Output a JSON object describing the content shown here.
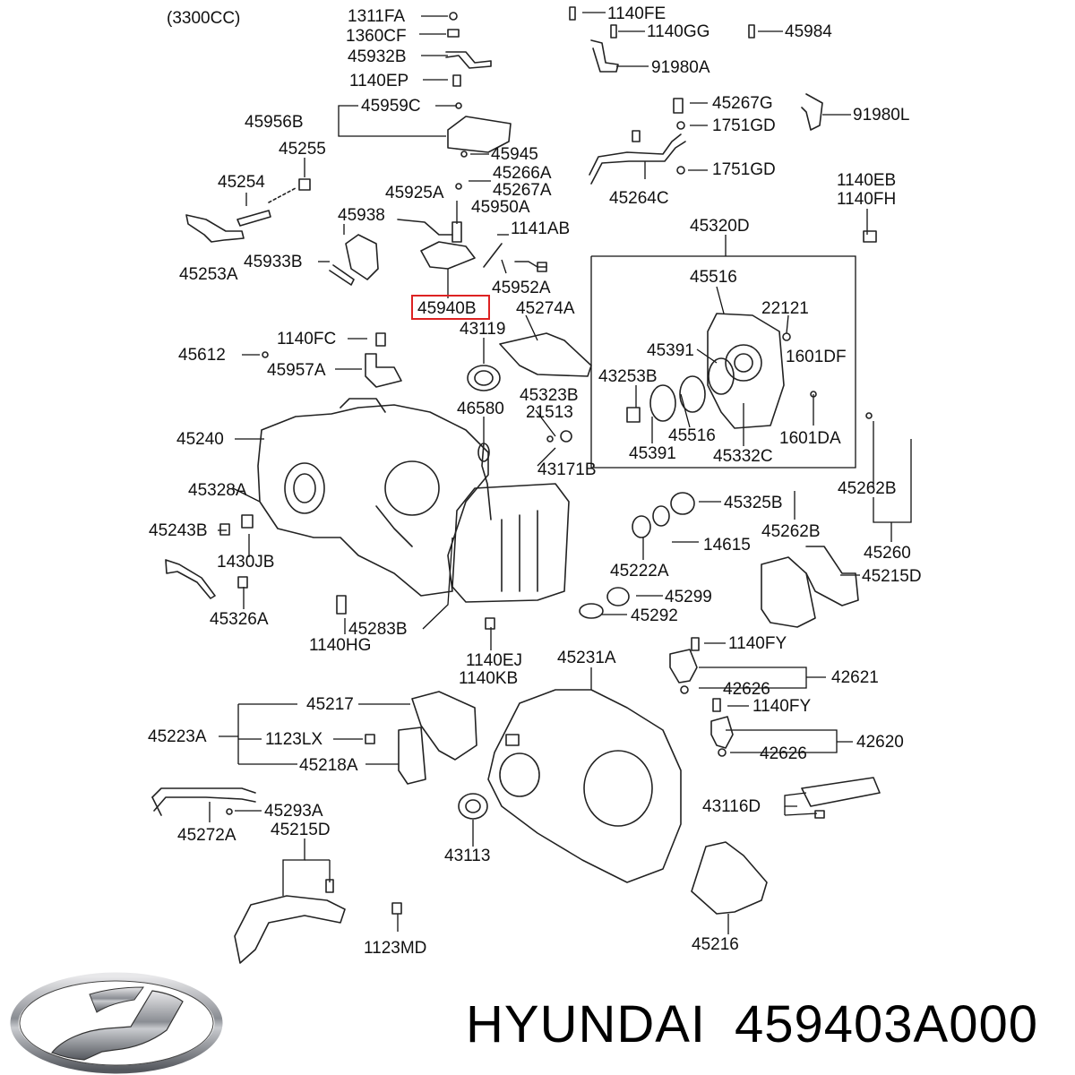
{
  "engine_note": "(3300CC)",
  "brand": {
    "name": "HYUNDAI",
    "part_number": "459403A000",
    "logo": "hyundai-logo-icon"
  },
  "highlight_color": "#dd2222",
  "parts": [
    {
      "id": "p1311FA",
      "label": "1311FA"
    },
    {
      "id": "p1360CF",
      "label": "1360CF"
    },
    {
      "id": "p45932B",
      "label": "45932B"
    },
    {
      "id": "p1140EP",
      "label": "1140EP"
    },
    {
      "id": "p1140FE",
      "label": "1140FE"
    },
    {
      "id": "p1140GG",
      "label": "1140GG"
    },
    {
      "id": "p45984",
      "label": "45984"
    },
    {
      "id": "p91980A",
      "label": "91980A"
    },
    {
      "id": "p45959C",
      "label": "45959C"
    },
    {
      "id": "p45956B",
      "label": "45956B"
    },
    {
      "id": "p45945",
      "label": "45945"
    },
    {
      "id": "p45255",
      "label": "45255"
    },
    {
      "id": "p45267G",
      "label": "45267G"
    },
    {
      "id": "p1751GD_a",
      "label": "1751GD"
    },
    {
      "id": "p91980L",
      "label": "91980L"
    },
    {
      "id": "p1751GD_b",
      "label": "1751GD"
    },
    {
      "id": "p45264C",
      "label": "45264C"
    },
    {
      "id": "p45254",
      "label": "45254"
    },
    {
      "id": "p45266A",
      "label": "45266A"
    },
    {
      "id": "p45267A",
      "label": "45267A"
    },
    {
      "id": "p45925A",
      "label": "45925A"
    },
    {
      "id": "p45950A",
      "label": "45950A"
    },
    {
      "id": "p1140EB",
      "label": "1140EB"
    },
    {
      "id": "p1140FH",
      "label": "1140FH"
    },
    {
      "id": "p45938",
      "label": "45938"
    },
    {
      "id": "p1141AB",
      "label": "1141AB"
    },
    {
      "id": "p45320D",
      "label": "45320D"
    },
    {
      "id": "p45933B",
      "label": "45933B"
    },
    {
      "id": "p45253A",
      "label": "45253A"
    },
    {
      "id": "p45952A",
      "label": "45952A"
    },
    {
      "id": "p45516_a",
      "label": "45516"
    },
    {
      "id": "p45940B",
      "label": "45940B"
    },
    {
      "id": "p45274A",
      "label": "45274A"
    },
    {
      "id": "p22121",
      "label": "22121"
    },
    {
      "id": "p43119",
      "label": "43119"
    },
    {
      "id": "p1140FC",
      "label": "1140FC"
    },
    {
      "id": "p45391_a",
      "label": "45391"
    },
    {
      "id": "p1601DF",
      "label": "1601DF"
    },
    {
      "id": "p45612",
      "label": "45612"
    },
    {
      "id": "p45957A",
      "label": "45957A"
    },
    {
      "id": "p43253B",
      "label": "43253B"
    },
    {
      "id": "p45323B",
      "label": "45323B"
    },
    {
      "id": "p21513",
      "label": "21513"
    },
    {
      "id": "p46580",
      "label": "46580"
    },
    {
      "id": "p45516_b",
      "label": "45516"
    },
    {
      "id": "p45240",
      "label": "45240"
    },
    {
      "id": "p1601DA",
      "label": "1601DA"
    },
    {
      "id": "p45391_b",
      "label": "45391"
    },
    {
      "id": "p45332C",
      "label": "45332C"
    },
    {
      "id": "p43171B",
      "label": "43171B"
    },
    {
      "id": "p45262B_a",
      "label": "45262B"
    },
    {
      "id": "p45328A",
      "label": "45328A"
    },
    {
      "id": "p45325B",
      "label": "45325B"
    },
    {
      "id": "p45243B",
      "label": "45243B"
    },
    {
      "id": "p45262B_b",
      "label": "45262B"
    },
    {
      "id": "p14615",
      "label": "14615"
    },
    {
      "id": "p1430JB",
      "label": "1430JB"
    },
    {
      "id": "p45260",
      "label": "45260"
    },
    {
      "id": "p45222A",
      "label": "45222A"
    },
    {
      "id": "p45215D_a",
      "label": "45215D"
    },
    {
      "id": "p45299",
      "label": "45299"
    },
    {
      "id": "p45326A",
      "label": "45326A"
    },
    {
      "id": "p45292",
      "label": "45292"
    },
    {
      "id": "p45283B",
      "label": "45283B"
    },
    {
      "id": "p1140HG",
      "label": "1140HG"
    },
    {
      "id": "p1140FY_a",
      "label": "1140FY"
    },
    {
      "id": "p1140EJ",
      "label": "1140EJ"
    },
    {
      "id": "p1140KB",
      "label": "1140KB"
    },
    {
      "id": "p45231A",
      "label": "45231A"
    },
    {
      "id": "p42621",
      "label": "42621"
    },
    {
      "id": "p42626_a",
      "label": "42626"
    },
    {
      "id": "p45217",
      "label": "45217"
    },
    {
      "id": "p1140FY_b",
      "label": "1140FY"
    },
    {
      "id": "p45223A",
      "label": "45223A"
    },
    {
      "id": "p1123LX",
      "label": "1123LX"
    },
    {
      "id": "p42620",
      "label": "42620"
    },
    {
      "id": "p45218A",
      "label": "45218A"
    },
    {
      "id": "p42626_b",
      "label": "42626"
    },
    {
      "id": "p43116D",
      "label": "43116D"
    },
    {
      "id": "p45293A",
      "label": "45293A"
    },
    {
      "id": "p45272A",
      "label": "45272A"
    },
    {
      "id": "p45215D_b",
      "label": "45215D"
    },
    {
      "id": "p43113",
      "label": "43113"
    },
    {
      "id": "p45216",
      "label": "45216"
    },
    {
      "id": "p1123MD",
      "label": "1123MD"
    }
  ]
}
